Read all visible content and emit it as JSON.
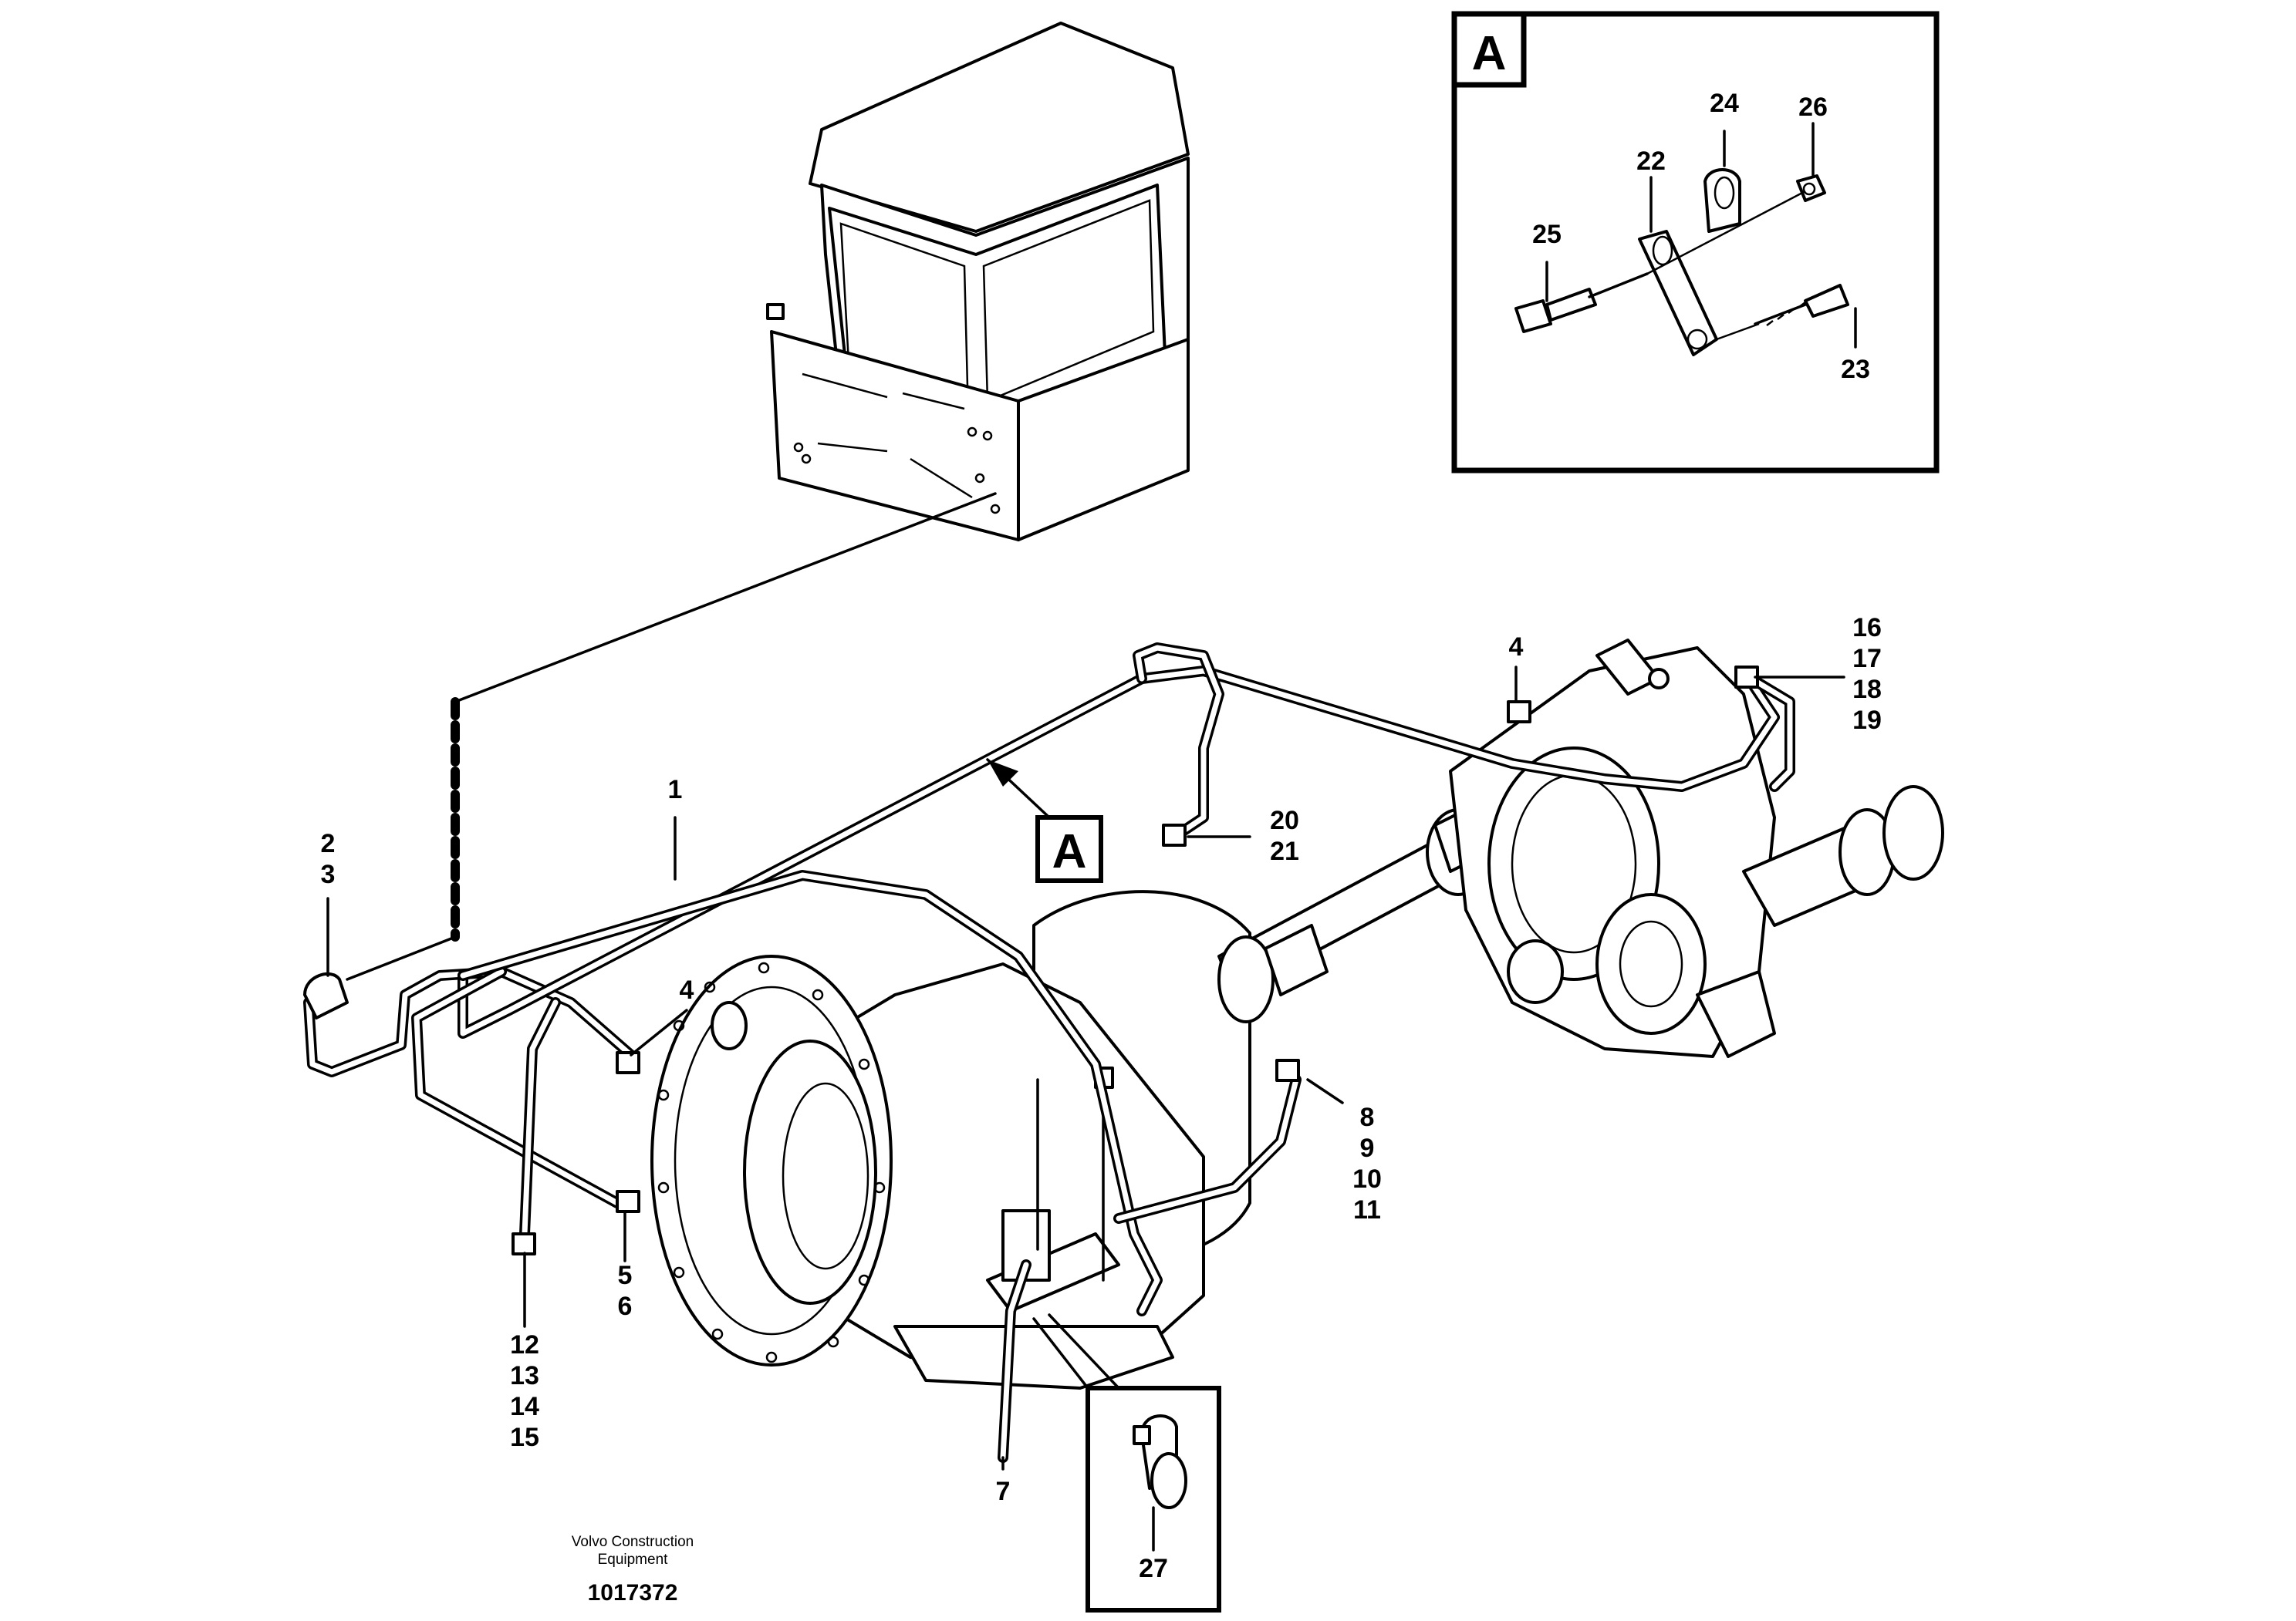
{
  "callouts": {
    "c1": "1",
    "c2": "2",
    "c3": "3",
    "c4a": "4",
    "c4b": "4",
    "c5": "5",
    "c6": "6",
    "c7": "7",
    "c8": "8",
    "c9": "9",
    "c10": "10",
    "c11": "11",
    "c12": "12",
    "c13": "13",
    "c14": "14",
    "c15": "15",
    "c16": "16",
    "c17": "17",
    "c18": "18",
    "c19": "19",
    "c20": "20",
    "c21": "21",
    "c22": "22",
    "c23": "23",
    "c24": "24",
    "c25": "25",
    "c26": "26",
    "c27": "27"
  },
  "detail": {
    "box_label": "A",
    "ref_label": "A"
  },
  "footer": {
    "line1": "Volvo Construction",
    "line2": "Equipment",
    "number": "1017372"
  }
}
